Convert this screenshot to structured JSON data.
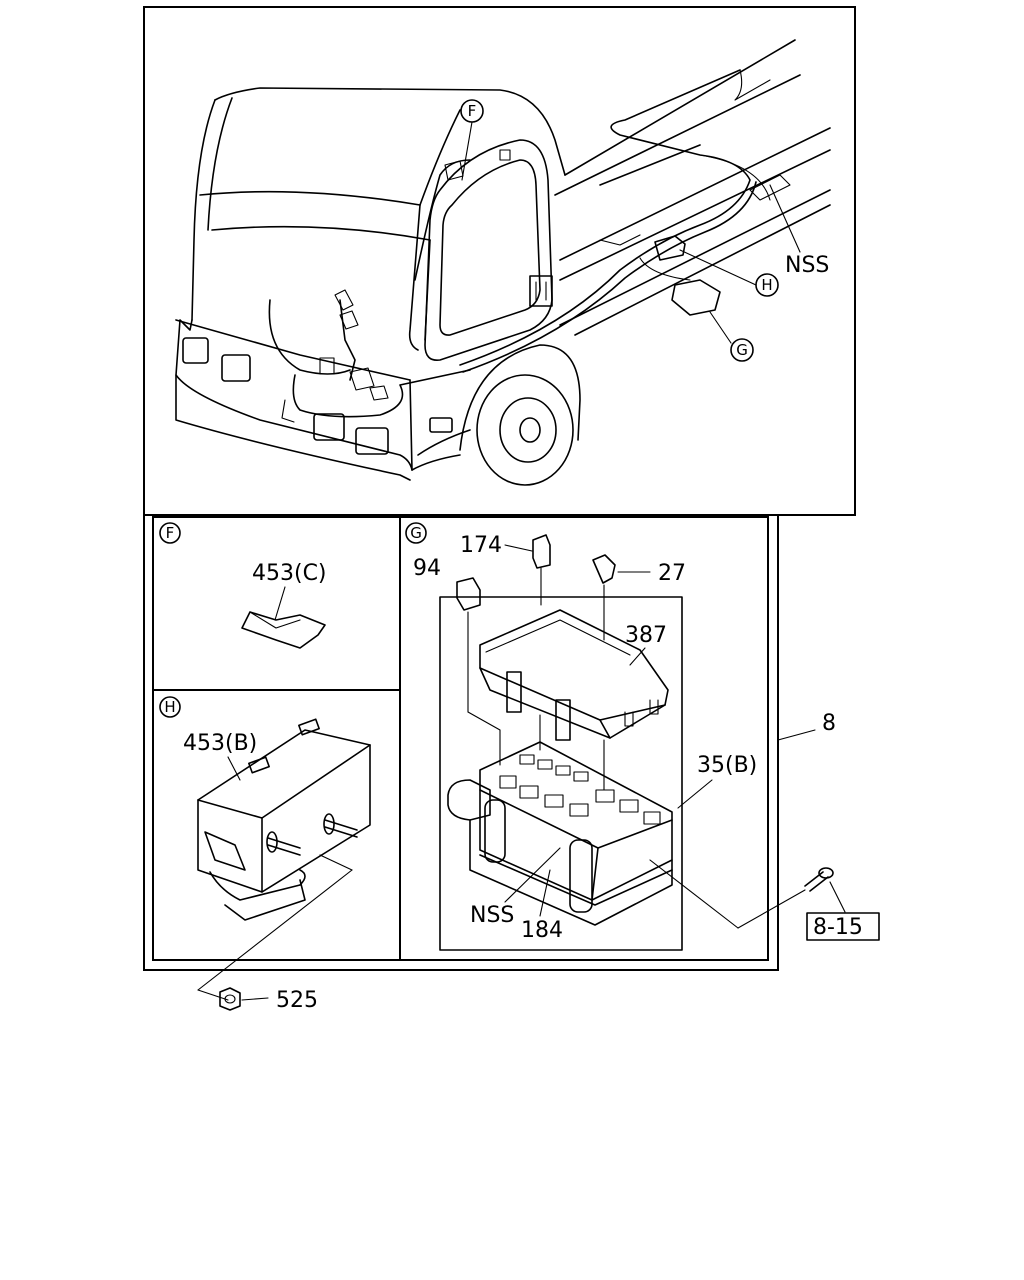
{
  "callouts": {
    "F": "F",
    "G": "G",
    "H": "H",
    "nss_top": "NSS",
    "p453c": "453(C)",
    "p453b": "453(B)",
    "p174": "174",
    "p94": "94",
    "p27": "27",
    "p387": "387",
    "p8": "8",
    "p35b": "35(B)",
    "nss_box": "NSS",
    "p184": "184",
    "p815": "8-15",
    "p525": "525"
  }
}
